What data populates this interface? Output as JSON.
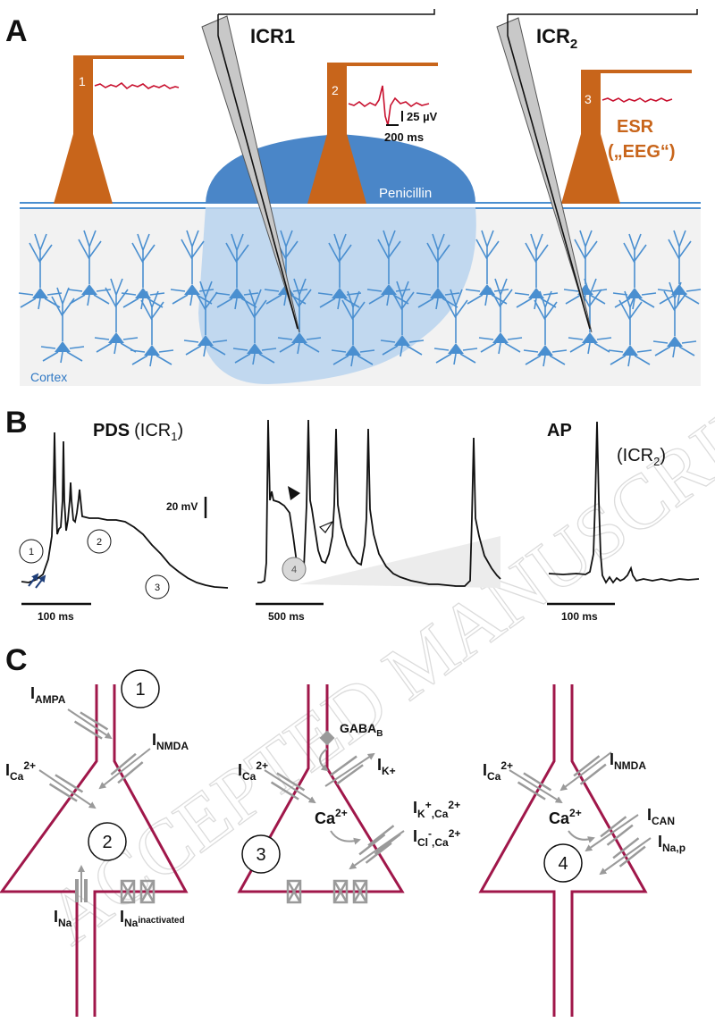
{
  "panels": {
    "a": "A",
    "b": "B",
    "c": "C"
  },
  "panel_a": {
    "icr1": "ICR1",
    "icr2_main": "ICR",
    "icr2_sub": "2",
    "electrode_1": "1",
    "electrode_2": "2",
    "electrode_3": "3",
    "scale_voltage": "25 µV",
    "scale_time": "200 ms",
    "penicillin": "Penicillin",
    "esr": "ESR",
    "eeg": "(„EEG“)",
    "cortex": "Cortex",
    "colors": {
      "electrode": "#c8651b",
      "trace": "#c8102e",
      "cortex": "#4a8fd0",
      "penicillin": "#4a86c8"
    }
  },
  "panel_b": {
    "pds_bold": "PDS",
    "pds_icr": "(ICR",
    "pds_sub": "1",
    "pds_close": ")",
    "scale_mv": "20 mV",
    "scale_100ms": "100 ms",
    "circle_1": "1",
    "circle_2": "2",
    "circle_3": "3",
    "circle_4": "4",
    "scale_500ms": "500 ms",
    "ap": "AP",
    "ap_icr": "(ICR",
    "ap_sub": "2",
    "ap_close": ")",
    "scale_100ms_ap": "100 ms"
  },
  "panel_c": {
    "cell1": {
      "circle_1": "1",
      "circle_2": "2",
      "i_ampa": "I",
      "i_ampa_sub": "AMPA",
      "i_ca": "I",
      "i_ca_sub": "Ca",
      "i_ca_sup": "2+",
      "i_nmda": "I",
      "i_nmda_sub": "NMDA",
      "i_na": "I",
      "i_na_sub": "Na",
      "i_nainact": "I",
      "i_nainact_sub": "Na",
      "i_nainact_subsub": "inactivated"
    },
    "cell2": {
      "gaba": "GABA",
      "gaba_sub": "B",
      "i_ca": "I",
      "i_ca_sub": "Ca",
      "i_ca_sup": "2+",
      "i_k": "I",
      "i_k_sub": "K+",
      "ca_ion": "Ca",
      "ca_ion_sup": "2+",
      "i_kca": "I",
      "i_kca_sub1": "K",
      "i_kca_sup1": "+",
      "i_kca_sub2": ",Ca",
      "i_kca_sup2": "2+",
      "i_clca": "I",
      "i_clca_sub1": "Cl",
      "i_clca_sup1": "-",
      "i_clca_sub2": ",Ca",
      "i_clca_sup2": "2+",
      "circle_3": "3"
    },
    "cell3": {
      "i_ca": "I",
      "i_ca_sub": "Ca",
      "i_ca_sup": "2+",
      "i_nmda": "I",
      "i_nmda_sub": "NMDA",
      "ca_ion": "Ca",
      "ca_ion_sup": "2+",
      "i_can": "I",
      "i_can_sub": "CAN",
      "i_nap": "I",
      "i_nap_sub": "Na,p",
      "circle_4": "4"
    },
    "colors": {
      "membrane": "#a0174a",
      "channel": "#a8a8a8"
    }
  },
  "watermark": "ACCEPTED MANUSCRIPT"
}
